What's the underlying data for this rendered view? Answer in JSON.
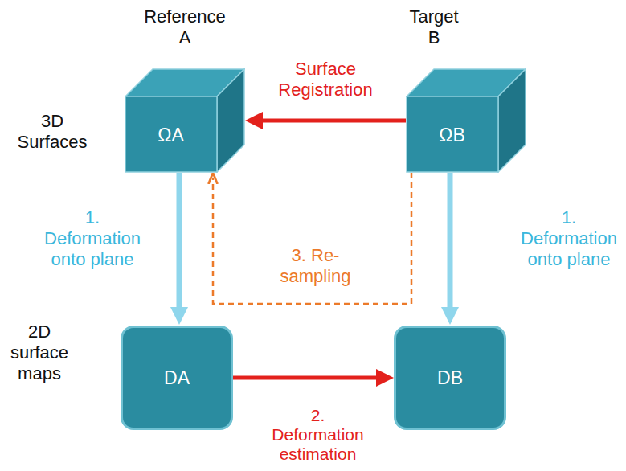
{
  "diagram": {
    "nodes": [
      {
        "text": [
          "ΩA"
        ]
      },
      {
        "text": [
          "ΩB"
        ]
      },
      {
        "text": [
          "DA"
        ]
      },
      {
        "text": [
          "DB"
        ]
      }
    ],
    "edges": [
      {
        "from": 1,
        "to": 0,
        "arrow": "to",
        "label": "Surface Registration"
      },
      {
        "from": 0,
        "to": 2,
        "arrow": "to",
        "label": "1. Deformation onto plane"
      },
      {
        "from": 1,
        "to": 3,
        "arrow": "to",
        "label": "1. Deformation onto plane"
      },
      {
        "from": 2,
        "to": 3,
        "arrow": "to",
        "label": "2. Deformation estimation"
      },
      {
        "from": 1,
        "to": 0,
        "arrow": "to",
        "label": "3. Re-sampling"
      }
    ],
    "labels": [
      "Reference A",
      "Target B",
      "3D Surfaces",
      "2D surface maps"
    ]
  }
}
